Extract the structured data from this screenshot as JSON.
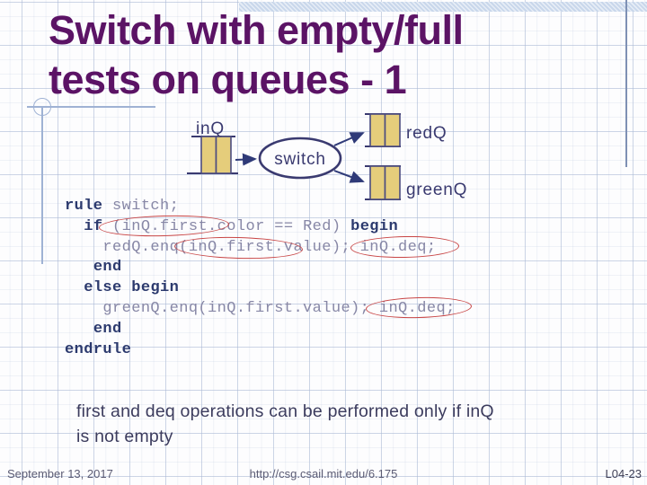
{
  "title": {
    "line1": "Switch with empty/full",
    "line2": "tests on queues - 1"
  },
  "diagram": {
    "in_queue_label": "inQ",
    "switch_label": "switch",
    "red_queue_label": "redQ",
    "green_queue_label": "greenQ"
  },
  "code": {
    "lines": [
      [
        {
          "k": 1,
          "t": "rule"
        },
        {
          "k": 0,
          "t": " switch;"
        }
      ],
      [
        {
          "k": 0,
          "t": "  "
        },
        {
          "k": 1,
          "t": "if"
        },
        {
          "k": 0,
          "t": " (inQ.first.color == Red) "
        },
        {
          "k": 1,
          "t": "begin"
        }
      ],
      [
        {
          "k": 0,
          "t": "    redQ.enq(inQ.first.value); inQ.deq;"
        }
      ],
      [
        {
          "k": 0,
          "t": "   "
        },
        {
          "k": 1,
          "t": "end"
        }
      ],
      [
        {
          "k": 0,
          "t": "  "
        },
        {
          "k": 1,
          "t": "else"
        },
        {
          "k": 0,
          "t": " "
        },
        {
          "k": 1,
          "t": "begin"
        }
      ],
      [
        {
          "k": 0,
          "t": "    greenQ.enq(inQ.first.value); inQ.deq;"
        }
      ],
      [
        {
          "k": 0,
          "t": "   "
        },
        {
          "k": 1,
          "t": "end"
        }
      ],
      [
        {
          "k": 1,
          "t": "endrule"
        }
      ]
    ]
  },
  "note": {
    "line1": "first and deq operations can be performed only if inQ",
    "line2": "is not empty"
  },
  "footer": {
    "date": "September 13, 2017",
    "url": "http://csg.csail.mit.edu/6.175",
    "slide_number": "L04-23"
  },
  "colors": {
    "title": "#5b1365",
    "keyword": "#2c3a6e",
    "code_plain": "#8787a6",
    "annotation_red": "#c84545",
    "queue_fill": "#e5cd7b",
    "diagram_ink": "#3a3a70",
    "band_blue": "#c9d7eb"
  }
}
